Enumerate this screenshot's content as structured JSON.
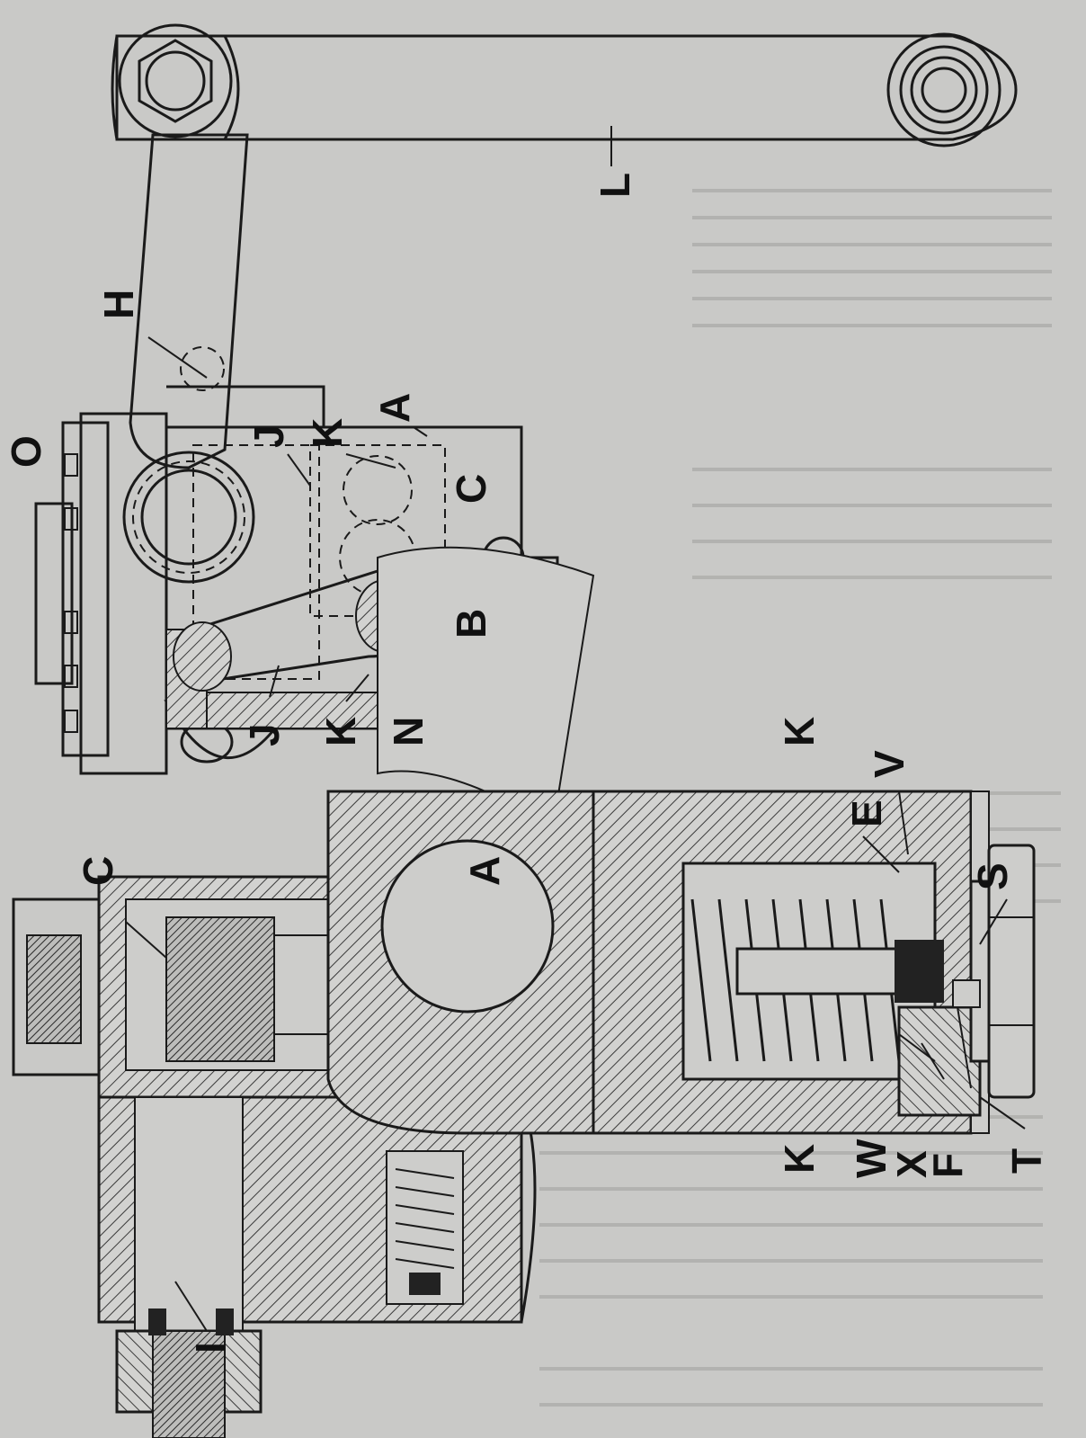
{
  "figure": {
    "labels": {
      "H": "H",
      "O": "O",
      "J_upper": "J",
      "K_upper": "K",
      "A_upper": "A",
      "C_right": "C",
      "B": "B",
      "J_lower": "J",
      "K_lower": "K",
      "N": "N",
      "L": "L",
      "K_top": "K",
      "V": "V",
      "E": "E",
      "S": "S",
      "K_bottom": "K",
      "W": "W",
      "X": "X",
      "F": "F",
      "T": "T",
      "C_left": "C",
      "A_left": "A",
      "I": "I"
    },
    "colors": {
      "paper": "#c9c9c7",
      "ink": "#1a1a1a",
      "hatch": "#3a3a3a"
    }
  }
}
